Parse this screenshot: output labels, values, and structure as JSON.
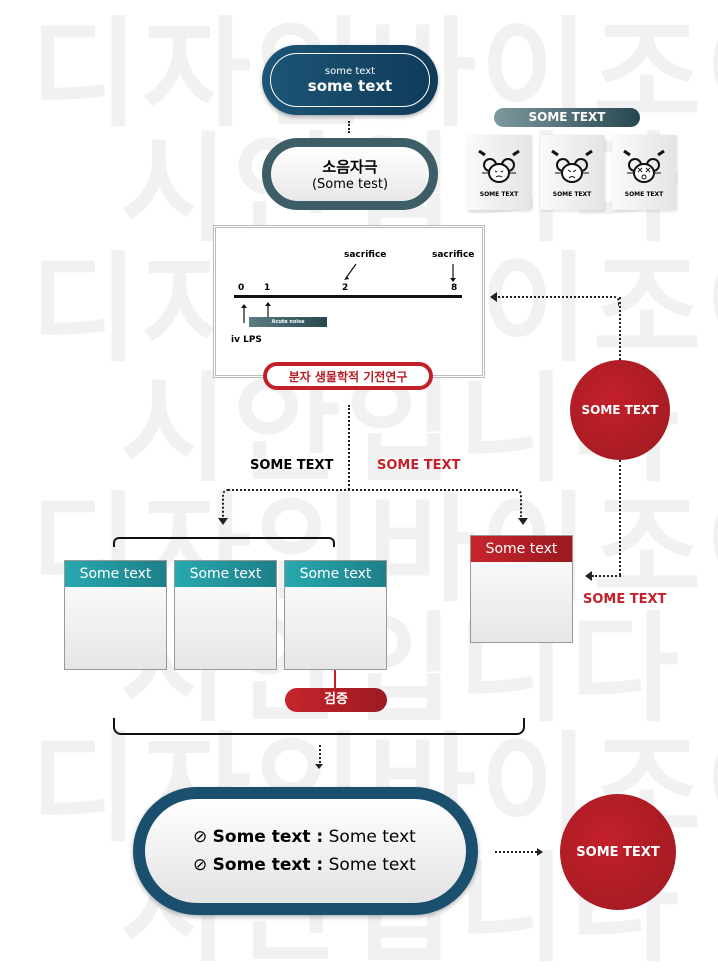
{
  "watermark": {
    "line1": "디자인바이조이",
    "line2": "시안입니다"
  },
  "top_pill": {
    "small": "some text",
    "large": "some text"
  },
  "stimulus_pill": {
    "title": "소음자극",
    "subtitle": "(Some test)"
  },
  "mouse_panel": {
    "label": "SOME TEXT",
    "cards": [
      {
        "caption": "SOME TEXT",
        "icon": "mouse-icon"
      },
      {
        "caption": "SOME TEXT",
        "icon": "mouse-icon"
      },
      {
        "caption": "SOME TEXT",
        "icon": "mouse-dead-icon"
      }
    ]
  },
  "timeline": {
    "ticks": [
      "0",
      "1",
      "2",
      "8"
    ],
    "sacrifice": "sacrifice",
    "noise": "Acute noise",
    "lps": "iv LPS"
  },
  "mechanism_pill": "분자 생물학적 기전연구",
  "branch_labels": {
    "left": "SOME TEXT",
    "right": "SOME TEXT"
  },
  "cards": [
    {
      "title": "Some text"
    },
    {
      "title": "Some text"
    },
    {
      "title": "Some text"
    }
  ],
  "red_card": {
    "title": "Some text"
  },
  "side_circle": "SOME TEXT",
  "side_label": "SOME TEXT",
  "verify_pill": "검증",
  "result_pill": {
    "items": [
      {
        "bold": "Some text :",
        "normal": "Some text"
      },
      {
        "bold": "Some text :",
        "normal": "Some text"
      }
    ]
  },
  "result_circle": "SOME TEXT",
  "colors": {
    "blue": "#1d5677",
    "teal": "#27a9ae",
    "red": "#b81e26"
  }
}
